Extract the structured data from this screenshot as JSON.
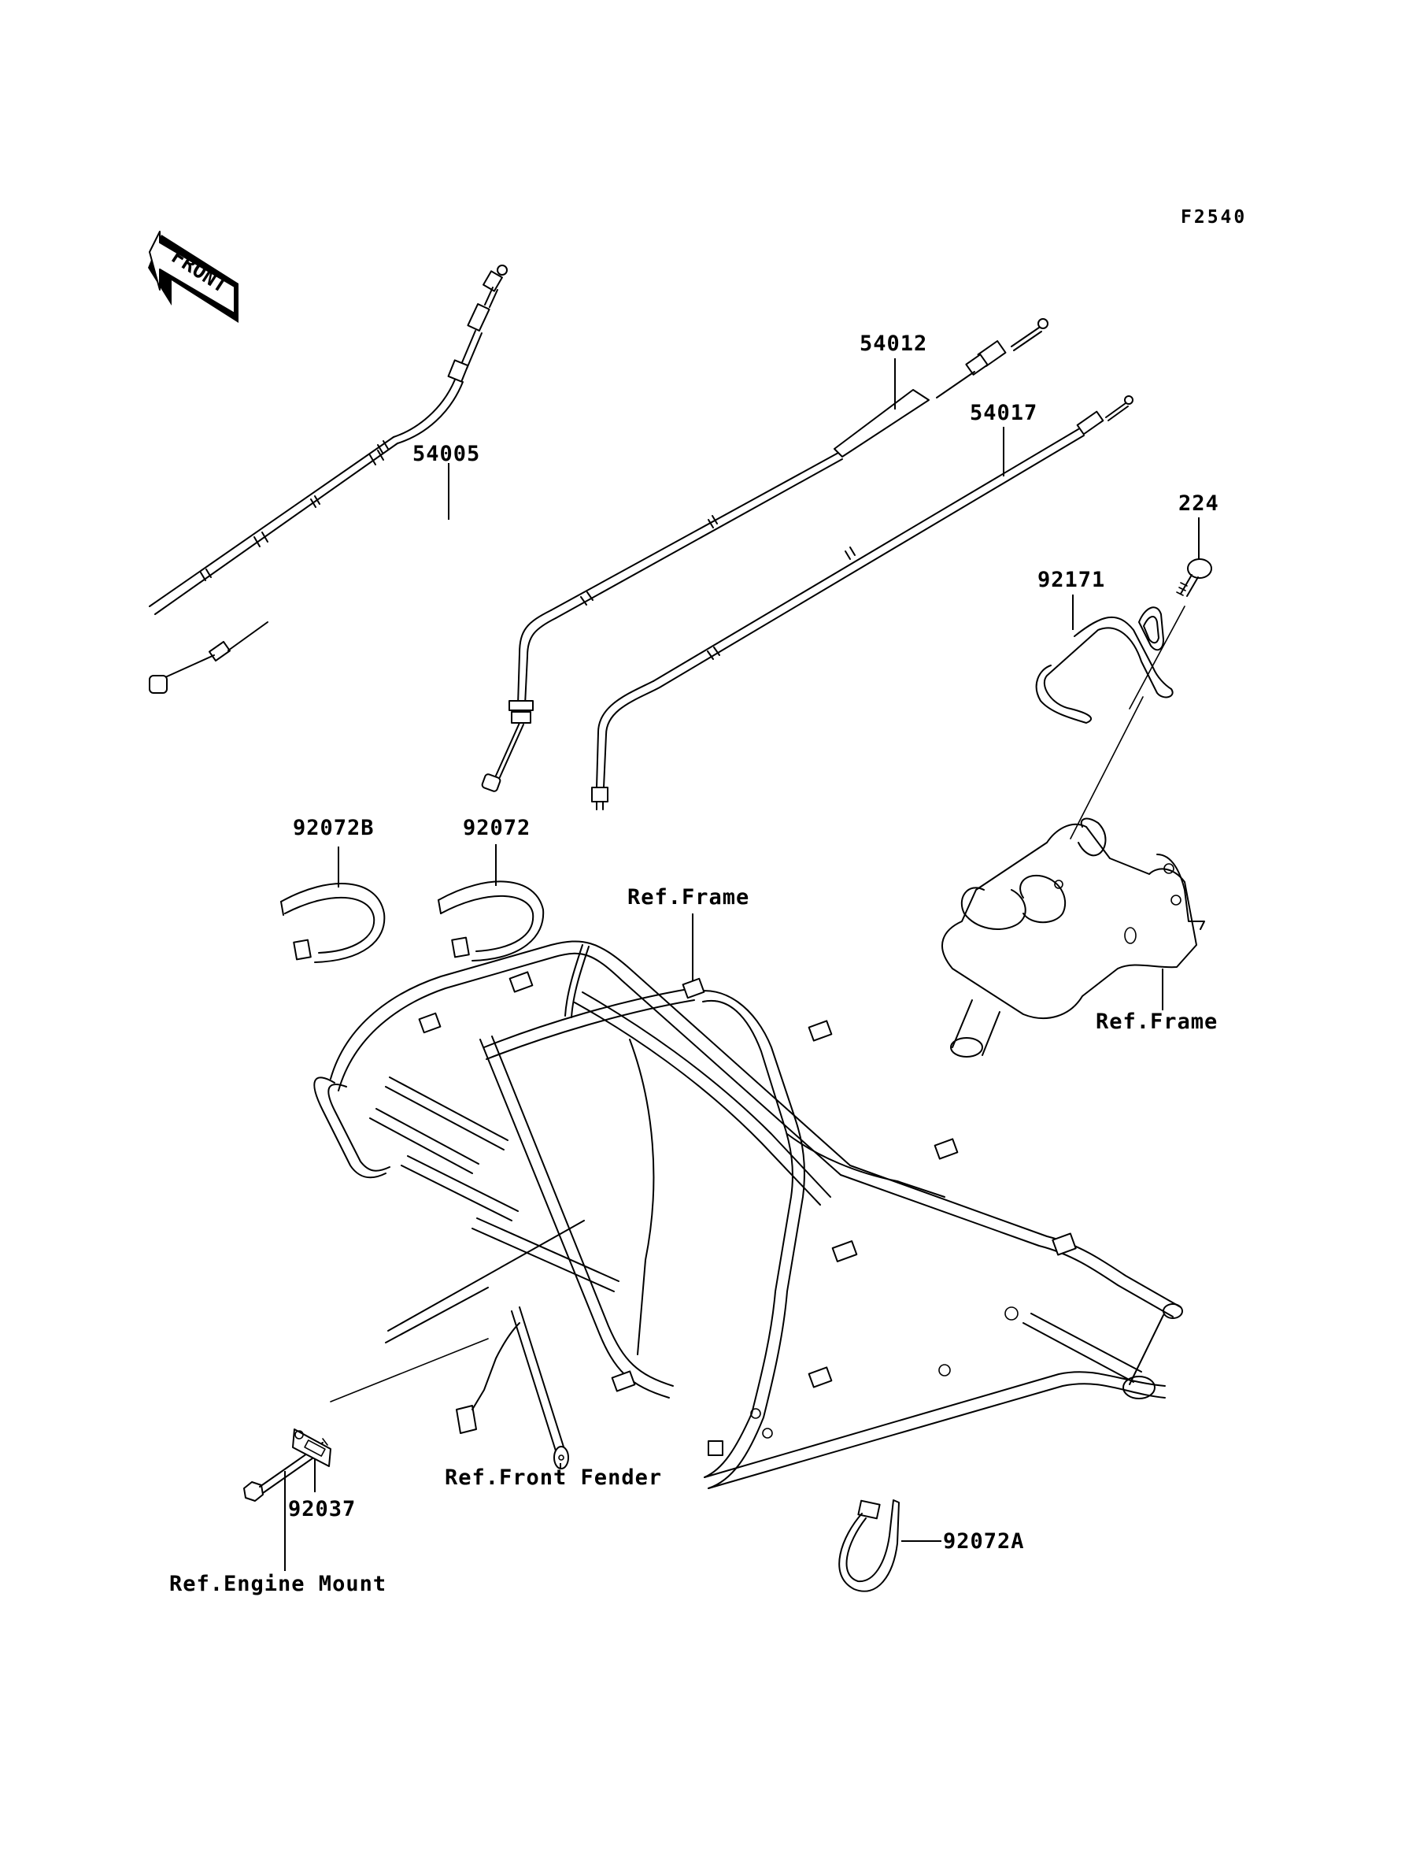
{
  "diagram": {
    "code": "F2540",
    "direction_indicator": "FRONT",
    "parts": [
      {
        "id": "cable-54005",
        "label": "54005"
      },
      {
        "id": "cable-54012",
        "label": "54012"
      },
      {
        "id": "cable-54017",
        "label": "54017"
      },
      {
        "id": "screw-224",
        "label": "224"
      },
      {
        "id": "guide-92171",
        "label": "92171"
      },
      {
        "id": "band-92072B",
        "label": "92072B"
      },
      {
        "id": "band-92072",
        "label": "92072"
      },
      {
        "id": "band-92072A",
        "label": "92072A"
      },
      {
        "id": "plate-92037",
        "label": "92037"
      }
    ],
    "references": [
      {
        "id": "ref-frame-top",
        "label": "Ref.Frame"
      },
      {
        "id": "ref-frame-right",
        "label": "Ref.Frame"
      },
      {
        "id": "ref-front-fender",
        "label": "Ref.Front Fender"
      },
      {
        "id": "ref-engine-mount",
        "label": "Ref.Engine Mount"
      }
    ]
  }
}
